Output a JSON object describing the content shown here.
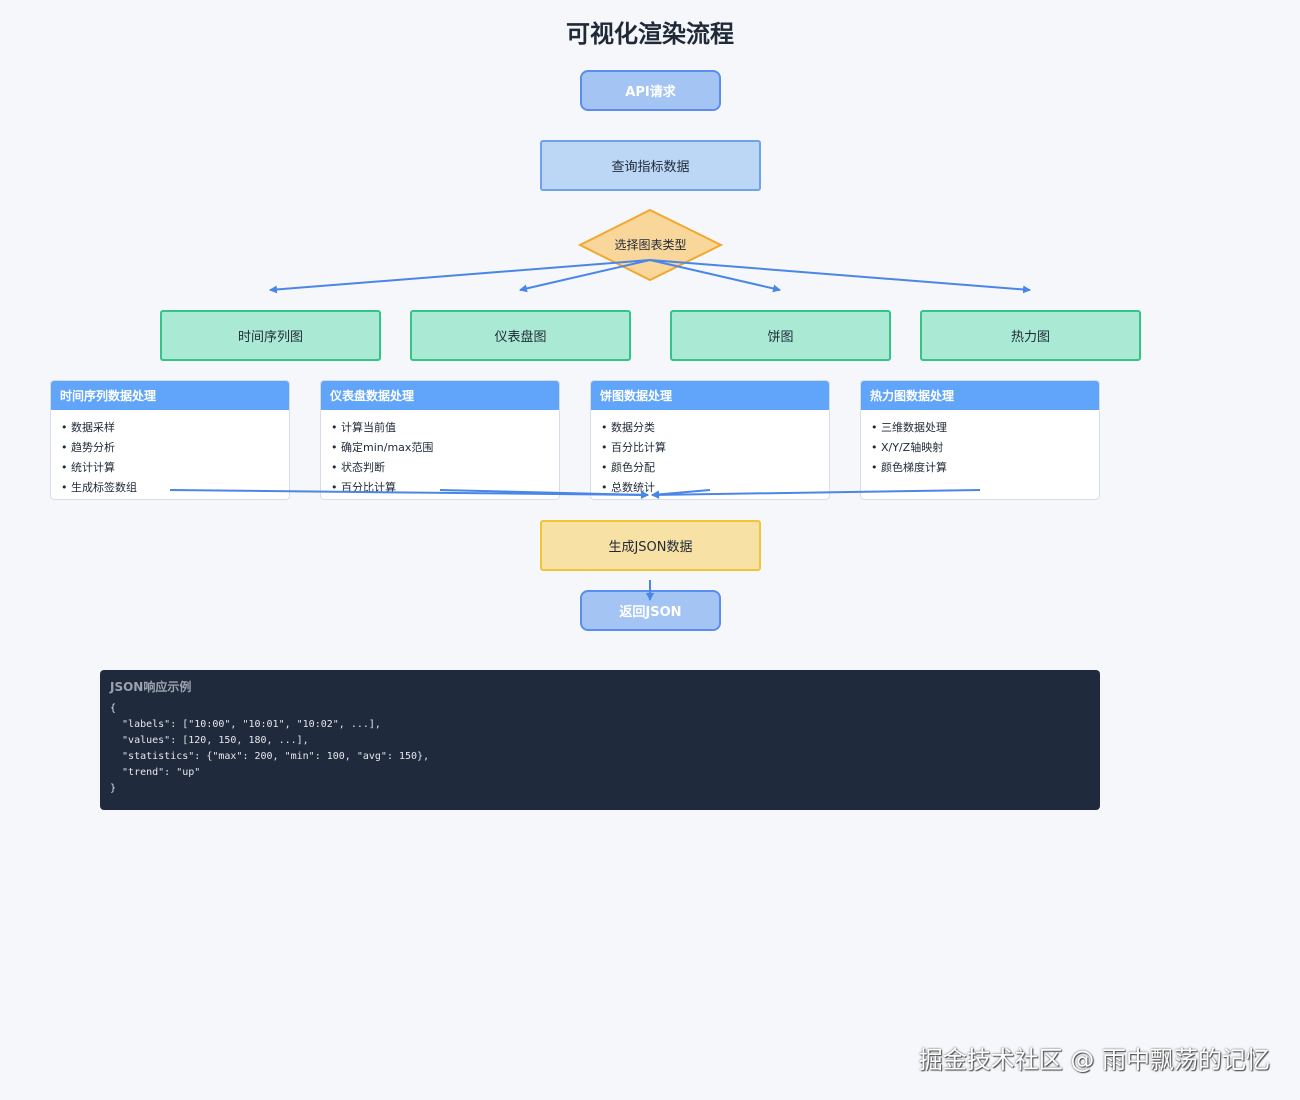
{
  "title": "可视化渲染流程",
  "nodes": {
    "api_request": "API请求",
    "query_metrics": "查询指标数据",
    "select_chart_type": "选择图表类型",
    "generate_json": "生成JSON数据",
    "return_json": "返回JSON"
  },
  "chart_types": [
    "时间序列图",
    "仪表盘图",
    "饼图",
    "热力图"
  ],
  "processing_cards": [
    {
      "title": "时间序列数据处理",
      "items": [
        "数据采样",
        "趋势分析",
        "统计计算",
        "生成标签数组"
      ]
    },
    {
      "title": "仪表盘数据处理",
      "items": [
        "计算当前值",
        "确定min/max范围",
        "状态判断",
        "百分比计算"
      ]
    },
    {
      "title": "饼图数据处理",
      "items": [
        "数据分类",
        "百分比计算",
        "颜色分配",
        "总数统计"
      ]
    },
    {
      "title": "热力图数据处理",
      "items": [
        "三维数据处理",
        "X/Y/Z轴映射",
        "颜色梯度计算"
      ]
    }
  ],
  "json_example": {
    "title": "JSON响应示例",
    "lines": [
      "{",
      "  \"labels\": [\"10:00\", \"10:01\", \"10:02\", ...],",
      "  \"values\": [120, 150, 180, ...],",
      "  \"statistics\": {\"max\": 200, \"min\": 100, \"avg\": 150},",
      "  \"trend\": \"up\"",
      "}"
    ]
  },
  "watermark": "掘金技术社区 @ 雨中飘荡的记忆",
  "colors": {
    "start_node": "#a4c4f4",
    "query_node": "#bcd6f6",
    "decision_node": "#f9d79b",
    "chart_node": "#aaead4",
    "json_node": "#f7e1a4",
    "card_header": "#60a5fa",
    "connector": "#4a86e8",
    "code_background": "#1f2a3d"
  }
}
